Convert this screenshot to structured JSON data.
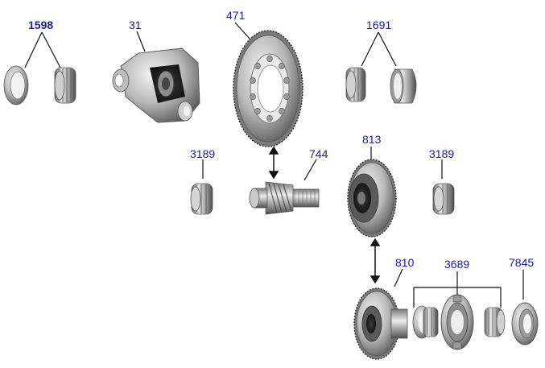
{
  "labels": {
    "p1598": "1598",
    "p31": "31",
    "p471": "471",
    "p1691": "1691",
    "p3189_left": "3189",
    "p744": "744",
    "p813": "813",
    "p3189_right": "3189",
    "p810": "810",
    "p3689": "3689",
    "p7845": "7845"
  },
  "colors": {
    "label": "#1a1aa6",
    "leader": "#111111",
    "metal_light": "#d9d9d9",
    "metal_mid": "#a8a8a8",
    "metal_dark": "#5c5c5c",
    "bronze": "#8a7a5a"
  }
}
